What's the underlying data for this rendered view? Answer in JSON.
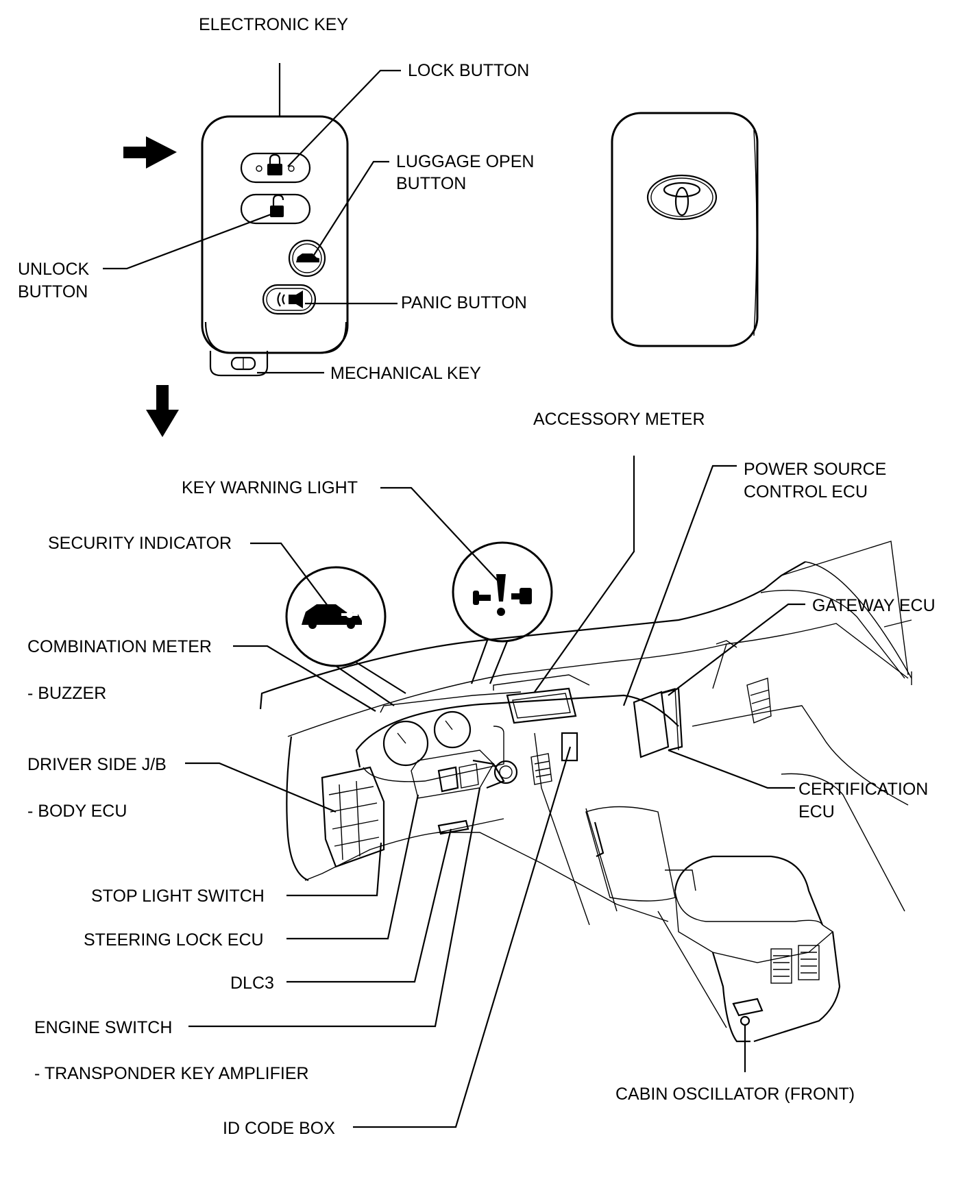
{
  "labels": {
    "electronic_key": "ELECTRONIC KEY",
    "lock_button": "LOCK BUTTON",
    "luggage_open_button_1": "LUGGAGE OPEN",
    "luggage_open_button_2": "BUTTON",
    "unlock_button_1": "UNLOCK",
    "unlock_button_2": "BUTTON",
    "panic_button": "PANIC BUTTON",
    "mechanical_key": "MECHANICAL KEY",
    "accessory_meter": "ACCESSORY METER",
    "key_warning_light": "KEY WARNING LIGHT",
    "power_source_control_ecu_1": "POWER SOURCE",
    "power_source_control_ecu_2": "CONTROL ECU",
    "security_indicator": "SECURITY INDICATOR",
    "gateway_ecu": "GATEWAY ECU",
    "combination_meter": "COMBINATION METER",
    "buzzer": "- BUZZER",
    "driver_side_jb": "DRIVER SIDE J/B",
    "body_ecu": "- BODY ECU",
    "certification_ecu_1": "CERTIFICATION",
    "certification_ecu_2": "ECU",
    "stop_light_switch": "STOP LIGHT SWITCH",
    "steering_lock_ecu": "STEERING LOCK ECU",
    "dlc3": "DLC3",
    "engine_switch": "ENGINE SWITCH",
    "transponder_key_amplifier": "- TRANSPONDER KEY AMPLIFIER",
    "id_code_box": "ID CODE BOX",
    "cabin_oscillator_front": "CABIN OSCILLATOR (FRONT)"
  },
  "icons": [
    "lock-icon",
    "unlock-icon",
    "car-icon",
    "horn-icon",
    "toyota-logo",
    "security-car-key-icon",
    "key-warning-icon",
    "arrow-right-icon",
    "arrow-down-icon"
  ]
}
